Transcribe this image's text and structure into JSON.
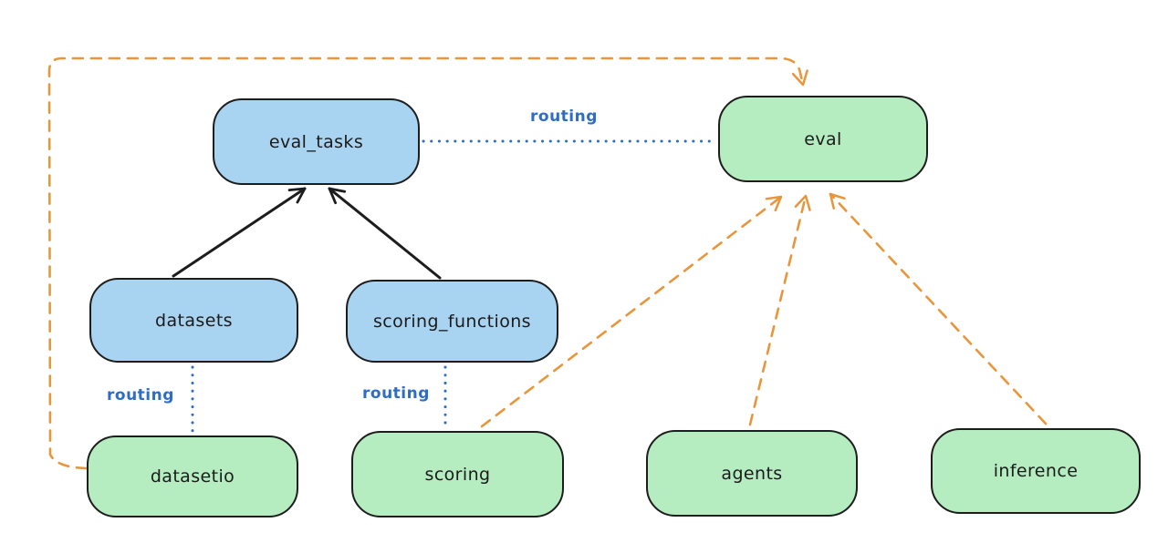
{
  "diagram": {
    "kind": "architecture-flow",
    "colors": {
      "background": "#ffffff",
      "blue_node_fill": "#a8d4f2",
      "green_node_fill": "#b5edc1",
      "node_border": "#1d1d1d",
      "routing_blue": "#2e6ec2",
      "orange_dashed": "#e8963c",
      "solid_arrow_black": "#1d1d1d"
    }
  },
  "nodes": {
    "eval_tasks": {
      "label": "eval_tasks",
      "color": "blue"
    },
    "eval": {
      "label": "eval",
      "color": "green"
    },
    "datasets": {
      "label": "datasets",
      "color": "blue"
    },
    "scoring_functions": {
      "label": "scoring_functions",
      "color": "blue"
    },
    "datasetio": {
      "label": "datasetio",
      "color": "green"
    },
    "scoring": {
      "label": "scoring",
      "color": "green"
    },
    "agents": {
      "label": "agents",
      "color": "green"
    },
    "inference": {
      "label": "inference",
      "color": "green"
    }
  },
  "edges": [
    {
      "from": "datasets",
      "to": "eval_tasks",
      "style": "solid",
      "color": "black",
      "arrow": "to"
    },
    {
      "from": "scoring_functions",
      "to": "eval_tasks",
      "style": "solid",
      "color": "black",
      "arrow": "to"
    },
    {
      "from": "eval_tasks",
      "to": "eval",
      "style": "dotted",
      "color": "blue",
      "arrow": "none",
      "label": "routing"
    },
    {
      "from": "datasets",
      "to": "datasetio",
      "style": "dotted",
      "color": "blue",
      "arrow": "none",
      "label": "routing"
    },
    {
      "from": "scoring_functions",
      "to": "scoring",
      "style": "dotted",
      "color": "blue",
      "arrow": "none",
      "label": "routing"
    },
    {
      "from": "datasetio",
      "to": "eval",
      "style": "dashed",
      "color": "orange",
      "arrow": "to"
    },
    {
      "from": "scoring",
      "to": "eval",
      "style": "dashed",
      "color": "orange",
      "arrow": "to"
    },
    {
      "from": "agents",
      "to": "eval",
      "style": "dashed",
      "color": "orange",
      "arrow": "to"
    },
    {
      "from": "inference",
      "to": "eval",
      "style": "dashed",
      "color": "orange",
      "arrow": "to"
    }
  ],
  "edge_labels": {
    "eval_tasks_eval": "routing",
    "datasets_datasetio": "routing",
    "scoring_functions_scoring": "routing"
  }
}
